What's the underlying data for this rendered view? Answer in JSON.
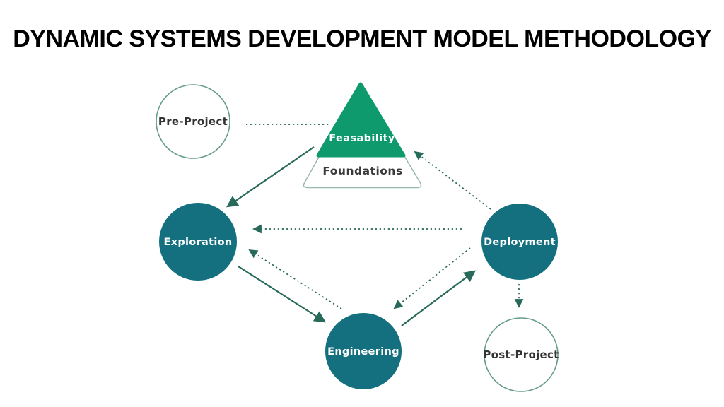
{
  "title": "DYNAMIC SYSTEMS DEVELOPMENT MODEL METHODOLOGY",
  "pyramid": {
    "top_label": "Feasability",
    "bottom_label": "Foundations"
  },
  "nodes": [
    {
      "id": "pre-project",
      "label": "Pre-Project",
      "type": "outline"
    },
    {
      "id": "exploration",
      "label": "Exploration",
      "type": "filled"
    },
    {
      "id": "deployment",
      "label": "Deployment",
      "type": "filled"
    },
    {
      "id": "engineering",
      "label": "Engineering",
      "type": "filled"
    },
    {
      "id": "post-project",
      "label": "Post-Project",
      "type": "outline"
    }
  ],
  "edges": [
    {
      "from": "pre-project",
      "to": "feasability",
      "style": "dotted",
      "arrowhead": false
    },
    {
      "from": "feasability",
      "to": "exploration",
      "style": "solid",
      "arrowhead": true
    },
    {
      "from": "deployment",
      "to": "feasability",
      "style": "dotted",
      "arrowhead": true
    },
    {
      "from": "deployment",
      "to": "exploration",
      "style": "dotted",
      "arrowhead": true
    },
    {
      "from": "engineering",
      "to": "exploration",
      "style": "dotted",
      "arrowhead": true
    },
    {
      "from": "exploration",
      "to": "engineering",
      "style": "solid",
      "arrowhead": true
    },
    {
      "from": "deployment",
      "to": "engineering",
      "style": "dotted",
      "arrowhead": true
    },
    {
      "from": "engineering",
      "to": "deployment",
      "style": "solid",
      "arrowhead": true
    },
    {
      "from": "deployment",
      "to": "post-project",
      "style": "dotted",
      "arrowhead": true
    }
  ],
  "colors": {
    "background": "#ffffff",
    "title_text": "#000000",
    "teal_circle": "#14707f",
    "green_pyramid": "#0e9a6d",
    "outline_circle_stroke": "#649b89",
    "pyramid_border": "#96b8ae",
    "arrow": "#27695a",
    "dark_label": "#333333",
    "white_label": "#ffffff"
  }
}
